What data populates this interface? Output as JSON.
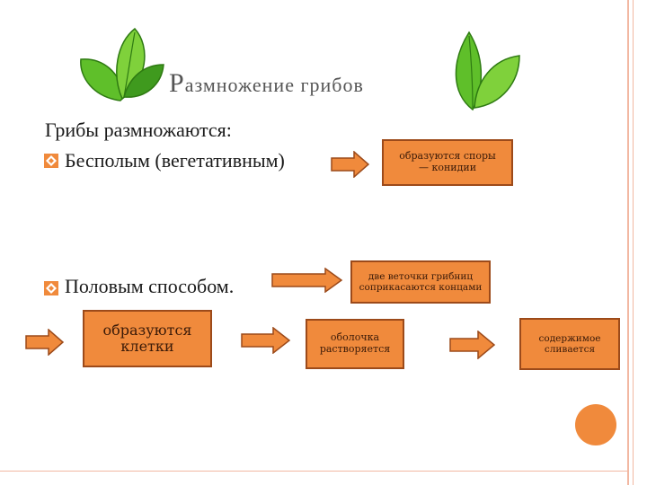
{
  "slide": {
    "title_cap": "Р",
    "title_rest": "азмножение грибов",
    "intro": "Грибы размножаются:",
    "bullet_1": "Бесполым (вегетативным)",
    "bullet_2": "Половым способом."
  },
  "boxes": {
    "asexual_result_line1": "образуются споры",
    "asexual_result_line2": "— конидии",
    "sexual_step1_line1": "две веточки грибниц",
    "sexual_step1_line2": "соприкасаются концами",
    "cells_line1": "образуются",
    "cells_line2": "клетки",
    "shell_line1": "оболочка",
    "shell_line2": "растворяется",
    "content_line1": "содержимое",
    "content_line2": "сливается"
  },
  "colors": {
    "box_fill": "#f08a3c",
    "box_border": "#9c4a1a",
    "frame": "#f2b8a2",
    "leaf_light": "#7fd13b",
    "leaf_dark": "#3f9a1e"
  },
  "icons": {
    "bullet": "orange-diamond-bullet",
    "decoration": "green-leaves-icon"
  }
}
